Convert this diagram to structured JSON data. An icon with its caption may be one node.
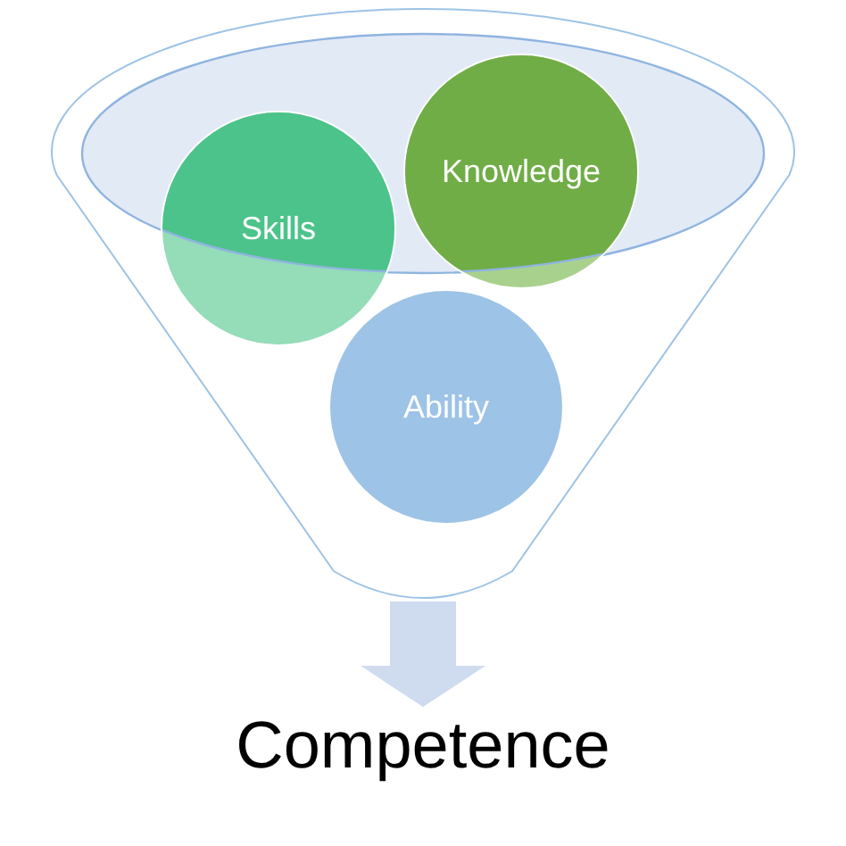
{
  "diagram": {
    "nodes": [
      {
        "text": [],
        "shape": "funnel"
      },
      {
        "text": [
          "Skills"
        ],
        "in": 0
      },
      {
        "text": [
          "Knowledge"
        ],
        "in": 0
      },
      {
        "text": [
          "Ability"
        ],
        "in": 0
      },
      {
        "text": [
          "Competence"
        ]
      }
    ],
    "edges": [
      {
        "from": 0,
        "to": 4,
        "arrow": "to"
      }
    ]
  }
}
